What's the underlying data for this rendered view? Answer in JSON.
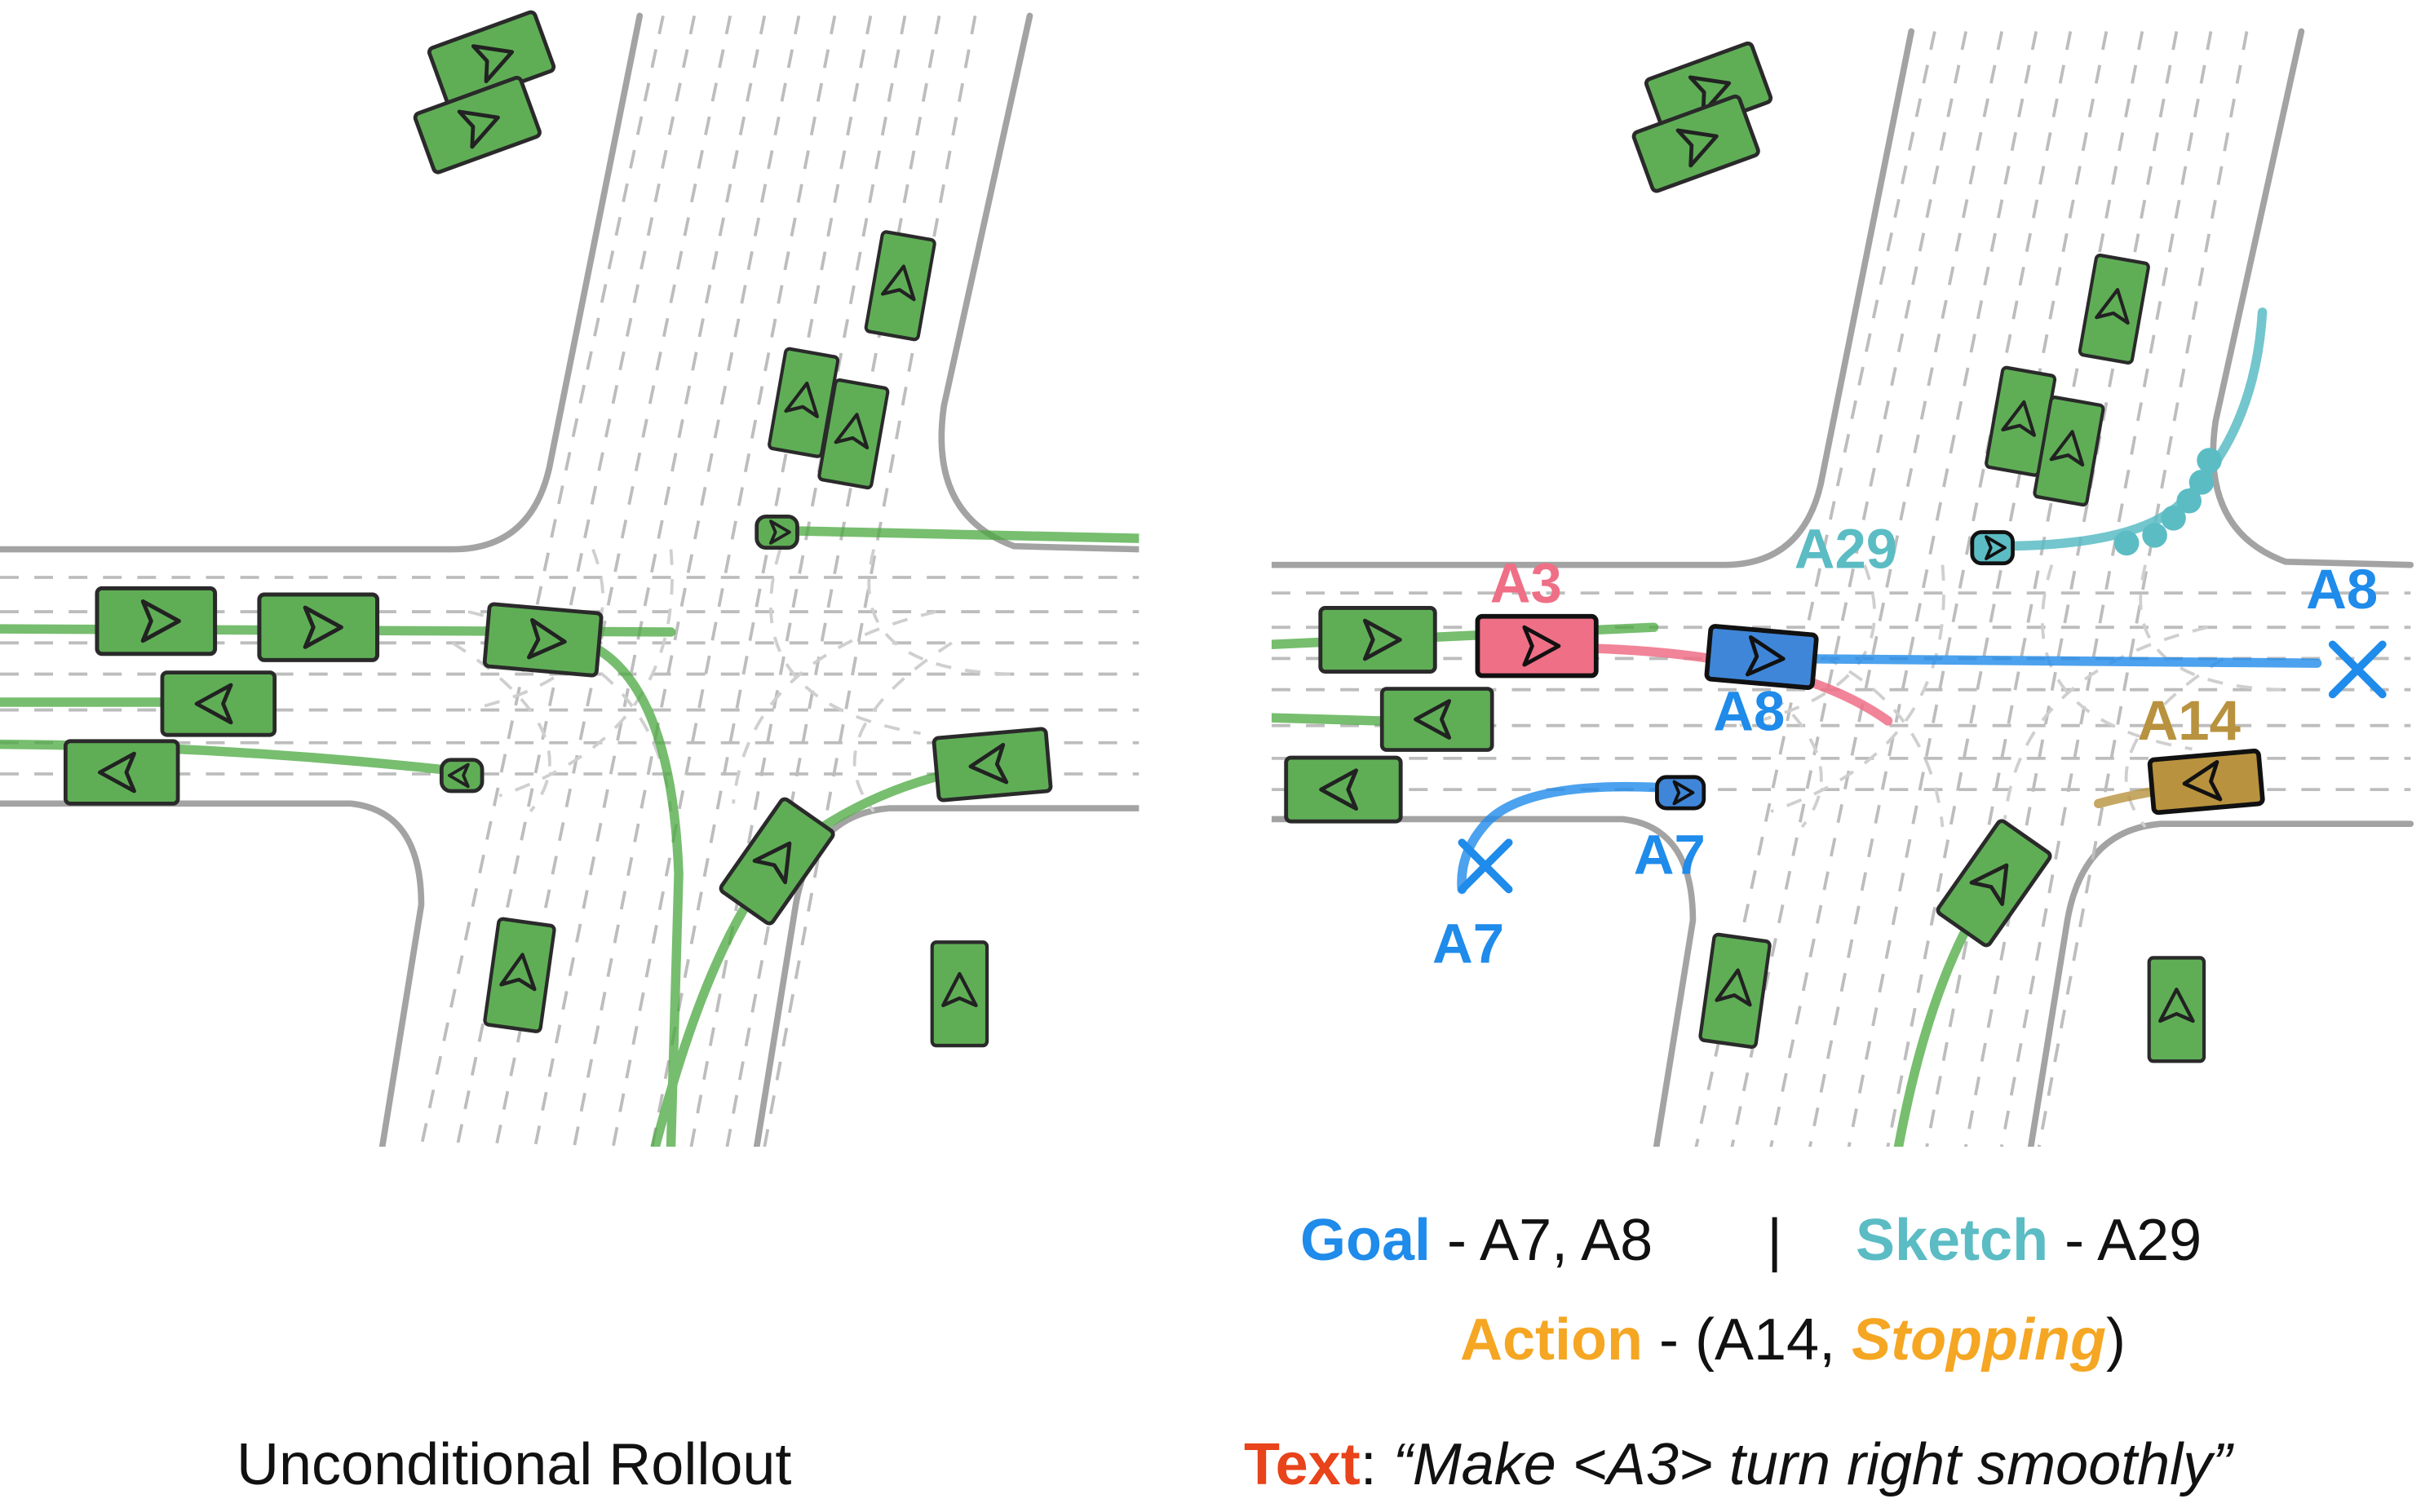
{
  "panels": {
    "left": {
      "title": "Unconditional Rollout"
    },
    "right": {
      "agent_labels": [
        "A3",
        "A29",
        "A8",
        "A8",
        "A14",
        "A7",
        "A7"
      ],
      "legend": {
        "goal_label": "Goal",
        "goal_agents": "-   A7,  A8",
        "separator": "|",
        "sketch_label": "Sketch",
        "sketch_agents": "- A29",
        "action_label": "Action",
        "action_prefix": "- (A14, ",
        "action_value": "Stopping",
        "action_suffix": ")",
        "text_label": "Text",
        "text_colon": ": ",
        "text_value": "“Make <A3> turn right smoothly”"
      }
    }
  },
  "colors": {
    "vehicle_fill": "#5fae56",
    "road_edge": "#a3a3a3",
    "lane_dash": "#bdbdbd",
    "trajectory_green": "#4aa83f",
    "goal_blue": "#1f8bea",
    "sketch_teal": "#5bbcc4",
    "action_orange": "#f5a623",
    "action_vehicle": "#b8923e",
    "text_red": "#e8431a",
    "a3_pink": "#ef6f86"
  },
  "icons": {
    "goal_marker": "x-mark-icon",
    "vehicle_heading": "arrowhead-icon"
  }
}
